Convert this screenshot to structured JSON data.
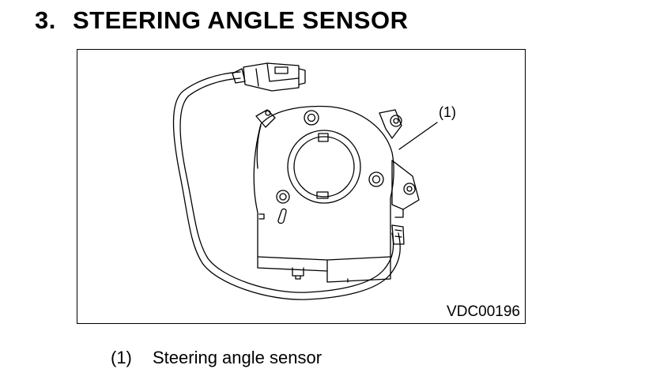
{
  "header": {
    "number": "3.",
    "title": "STEERING ANGLE SENSOR"
  },
  "figure": {
    "code": "VDC00196",
    "callout": "(1)"
  },
  "legend": {
    "items": [
      {
        "number": "(1)",
        "text": "Steering angle sensor"
      }
    ]
  },
  "colors": {
    "ink": "#000000",
    "paper": "#ffffff"
  }
}
